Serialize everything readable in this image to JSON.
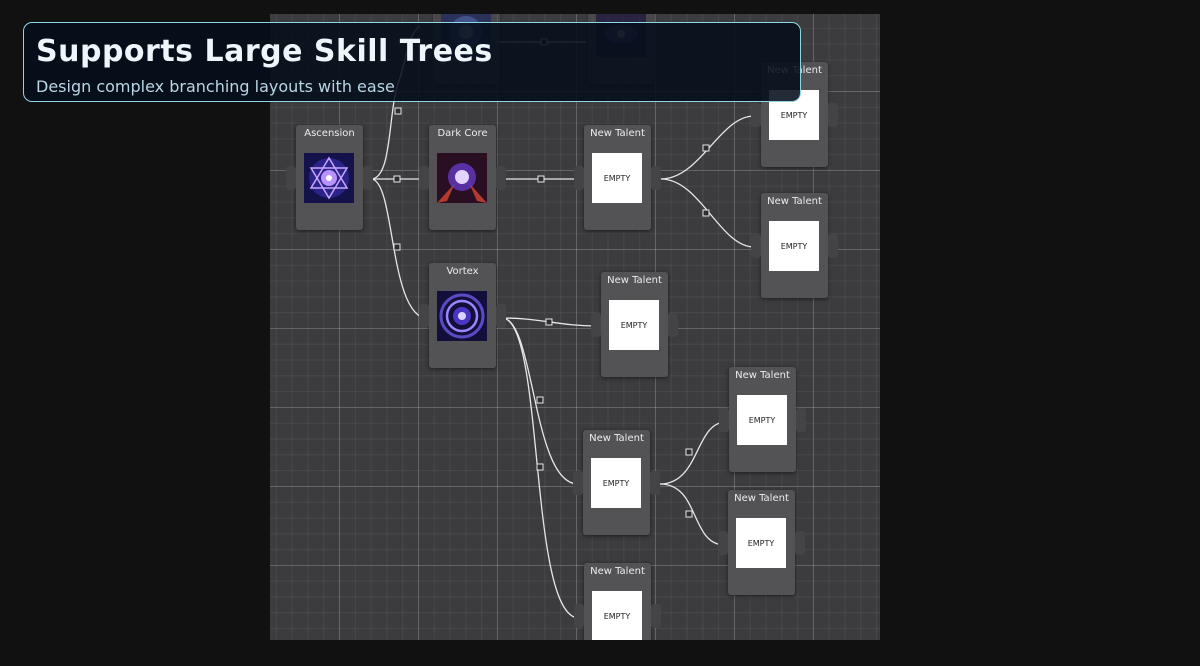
{
  "banner": {
    "title": "Supports Large Skill Trees",
    "subtitle": "Design complex branching layouts with ease"
  },
  "graph": {
    "nodes": {
      "ghost_top_left": {
        "title": "",
        "icon": "cosmic-art-icon"
      },
      "ghost_top_mid": {
        "title": "",
        "icon": "galaxy-art-icon"
      },
      "top_right": {
        "title": "New Talent",
        "slot": "EMPTY"
      },
      "ascension": {
        "title": "Ascension",
        "icon": "ascension-art-icon"
      },
      "dark_core": {
        "title": "Dark Core",
        "icon": "dark-core-art-icon"
      },
      "talent_a": {
        "title": "New Talent",
        "slot": "EMPTY"
      },
      "talent_b": {
        "title": "New Talent",
        "slot": "EMPTY"
      },
      "vortex": {
        "title": "Vortex",
        "icon": "vortex-art-icon"
      },
      "talent_c": {
        "title": "New Talent",
        "slot": "EMPTY"
      },
      "talent_d": {
        "title": "New Talent",
        "slot": "EMPTY"
      },
      "talent_e": {
        "title": "New Talent",
        "slot": "EMPTY"
      },
      "talent_f": {
        "title": "New Talent",
        "slot": "EMPTY"
      },
      "talent_g": {
        "title": "New Talent",
        "slot": "EMPTY"
      }
    }
  },
  "colors": {
    "background": "#111111",
    "canvas": "#3c3c3e",
    "node": "#535356",
    "wire": "#e6e6e6",
    "banner_border": "#8fd5e6"
  }
}
